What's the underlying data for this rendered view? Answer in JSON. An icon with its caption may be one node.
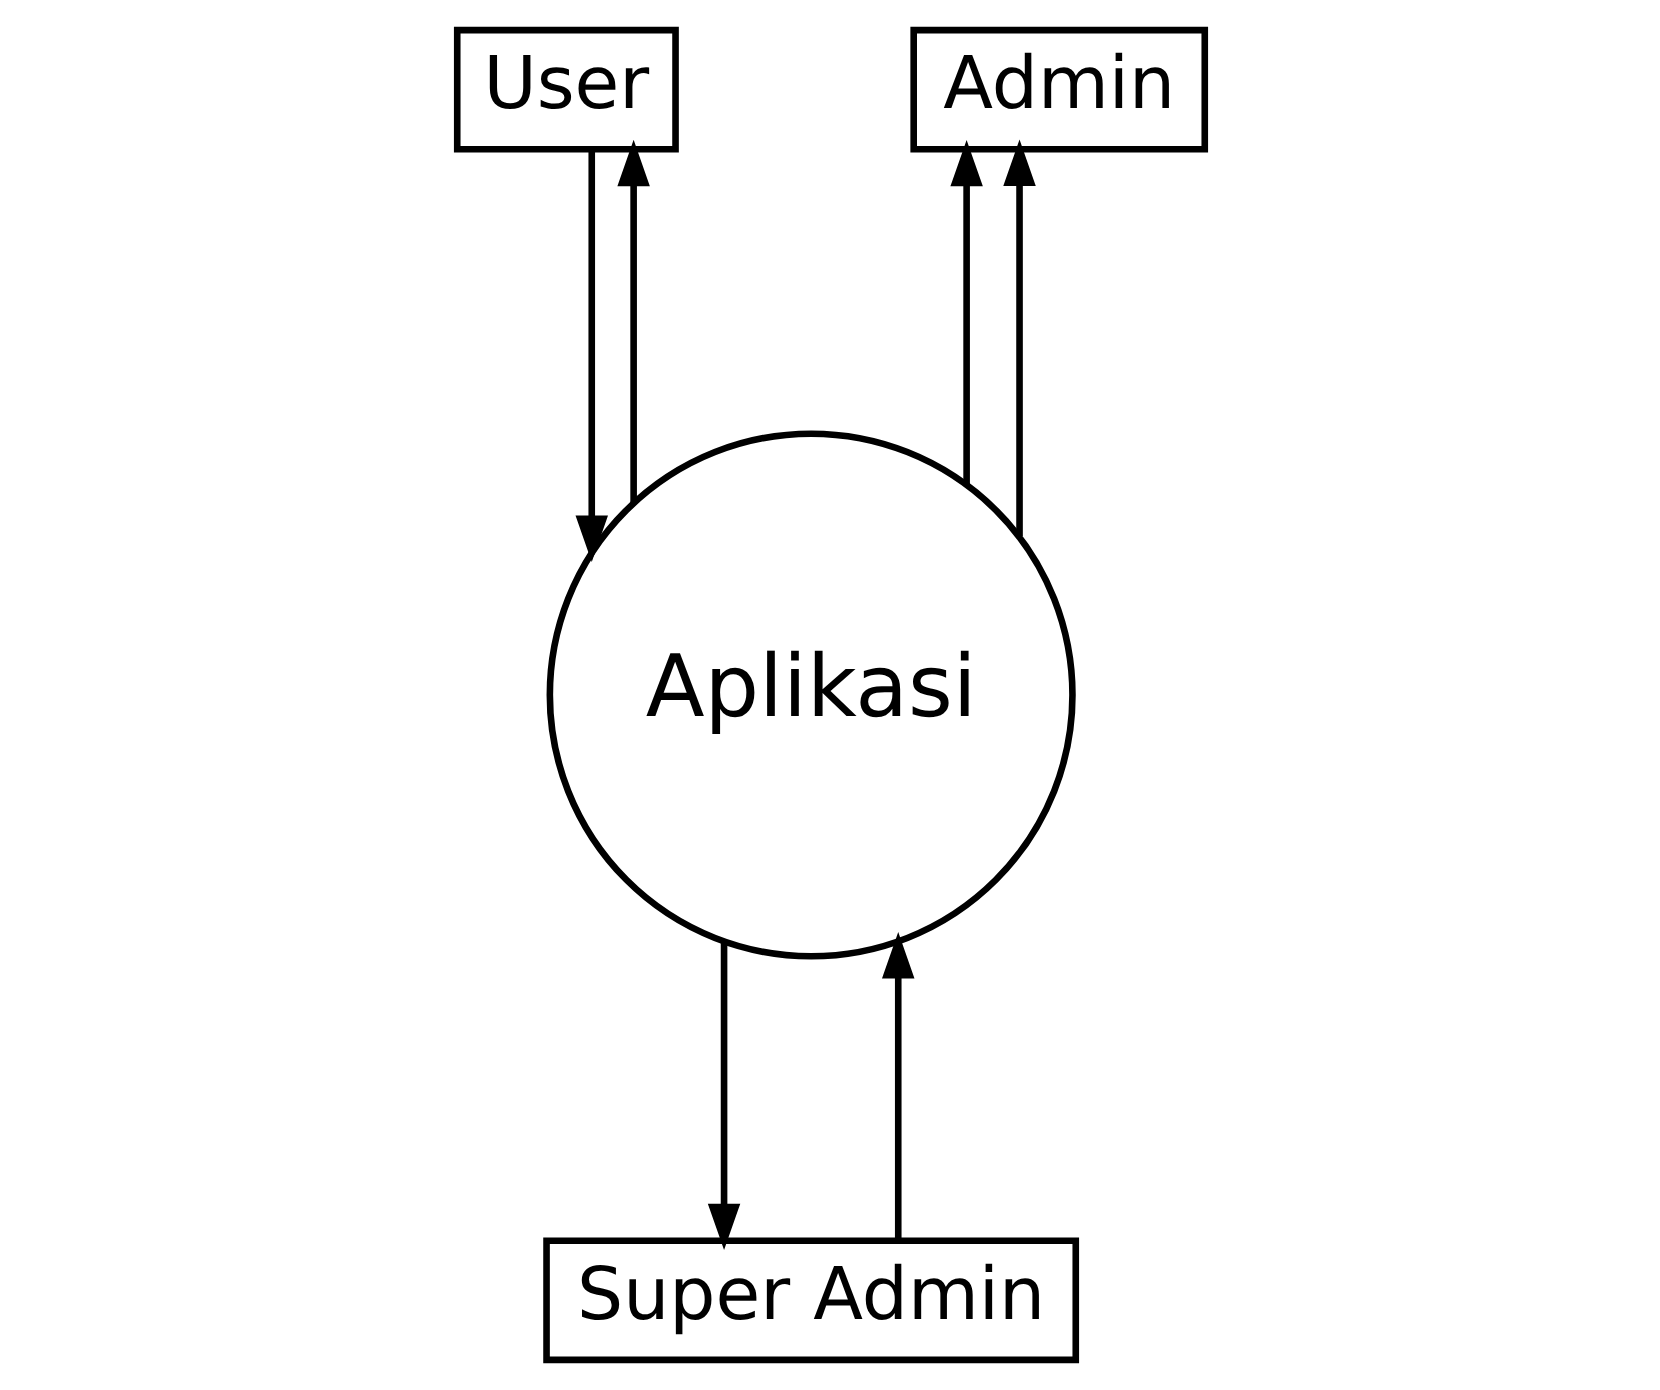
{
  "diagram": {
    "nodes": [
      {
        "text": [
          "User"
        ]
      },
      {
        "text": [
          "Admin"
        ]
      },
      {
        "text": [
          "Aplikasi"
        ]
      },
      {
        "text": [
          "Super Admin"
        ]
      }
    ],
    "edges": [
      {
        "from": 2,
        "to": 0,
        "arrow": "to"
      },
      {
        "from": 0,
        "to": 2,
        "arrow": "to"
      },
      {
        "from": 2,
        "to": 1,
        "arrow": "to"
      },
      {
        "from": 2,
        "to": 1,
        "arrow": "to"
      },
      {
        "from": 2,
        "to": 3,
        "arrow": "to"
      },
      {
        "from": 3,
        "to": 2,
        "arrow": "to"
      }
    ]
  }
}
